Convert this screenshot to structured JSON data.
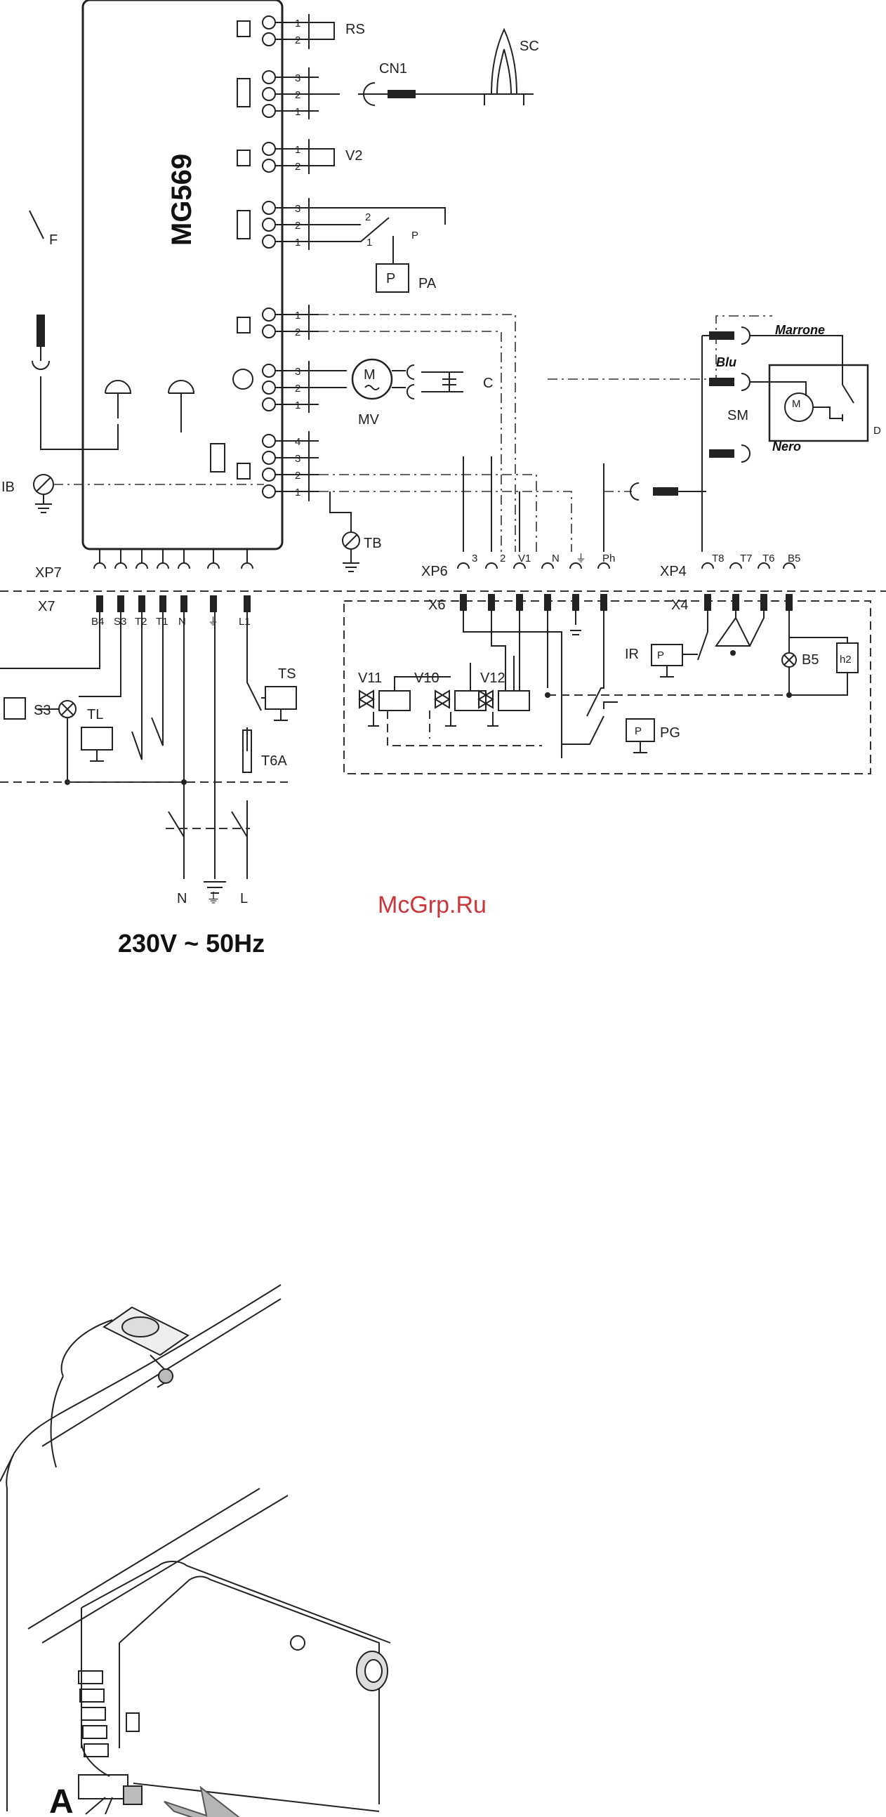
{
  "schematic": {
    "controller": "MG569",
    "connectors_top": {
      "RS": "RS",
      "CN1": "CN1",
      "SC": "SC",
      "V2": "V2",
      "P": "P",
      "PA": "PA",
      "MV": "MV",
      "C": "C",
      "IB": "IB",
      "TB": "TB",
      "F": "F"
    },
    "pin_numbers": {
      "rs": [
        "1",
        "2"
      ],
      "cn1": [
        "1",
        "2",
        "3"
      ],
      "v2": [
        "1",
        "2"
      ],
      "pa": [
        "1",
        "2",
        "3"
      ],
      "pa_wire": "2",
      "pa_contact": "1",
      "n12": [
        "1",
        "2"
      ],
      "mv": [
        "1",
        "2",
        "3"
      ],
      "sensor": [
        "1",
        "2",
        "3",
        "4"
      ]
    },
    "strip_labels": {
      "XP7": "XP7",
      "X7": "X7",
      "XP6": "XP6",
      "X6": "X6",
      "XP4": "XP4",
      "X4": "X4"
    },
    "x7_terminals": [
      "B4",
      "S3",
      "T2",
      "T1",
      "N",
      "⏚",
      "L1"
    ],
    "xp6_terminals": [
      "3",
      "2",
      "V1",
      "N",
      "⏚",
      "Ph"
    ],
    "xp4_terminals": [
      "T8",
      "T7",
      "T6",
      "B5"
    ],
    "components": {
      "S3": "S3",
      "TL": "TL",
      "TS": "TS",
      "T6A": "T6A",
      "V11": "V11",
      "V10": "V10",
      "V12": "V12",
      "PG": "PG",
      "IR": "IR",
      "B5": "B5",
      "h2": "h2",
      "SM": "SM",
      "D": "D"
    },
    "wire_colors": {
      "marrone": "Marrone",
      "blu": "Blu",
      "nero": "Nero"
    },
    "mains": {
      "N": "N",
      "earth": "⏚",
      "L": "L",
      "supply": "230V  ~  50Hz"
    },
    "watermark": "McGrp.Ru"
  },
  "illustration": {
    "callout": "A"
  },
  "colors": {
    "watermark": "#c9363b",
    "ink": "#222222",
    "arrow_fill": "#b5b5b5"
  }
}
